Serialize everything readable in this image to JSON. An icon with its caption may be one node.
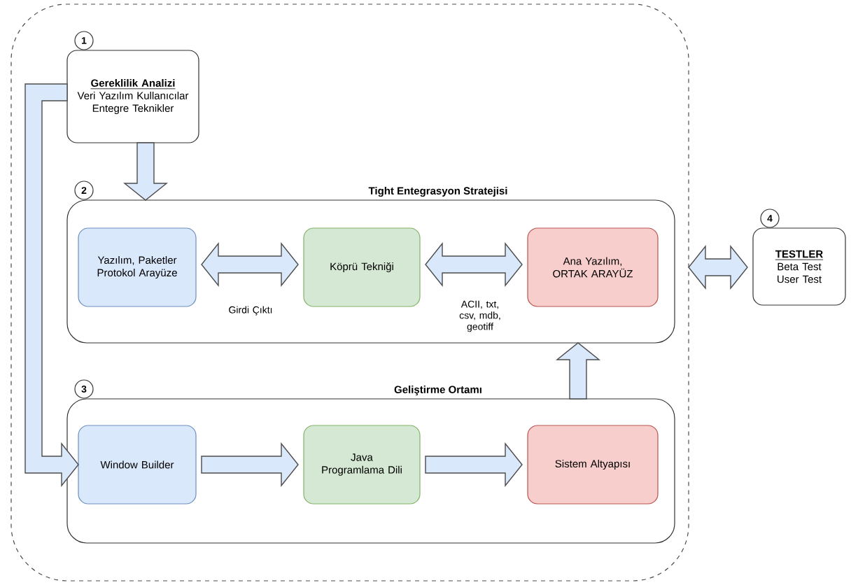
{
  "diagram": {
    "nodes": [
      {
        "text": [],
        "shape": "box"
      },
      {
        "text": [
          "Gereklilik Analizi",
          "Veri Yazılım Kullanıcılar Entegre Teknikler"
        ],
        "in": 0,
        "beside": [
          "1"
        ]
      },
      {
        "text": [
          "Tight  Entegrasyon Stratejisi"
        ],
        "in": 0,
        "beside": [
          "2"
        ]
      },
      {
        "text": [
          "Yazılım, Paketler Protokol Arayüze"
        ],
        "in": 2
      },
      {
        "text": [
          "Köprü Tekniği"
        ],
        "in": 2
      },
      {
        "text": [
          "Ana Yazılım, ORTAK ARAYÜZ"
        ],
        "in": 2
      },
      {
        "text": [
          "Geliştirme Ortamı"
        ],
        "in": 0,
        "beside": [
          "3"
        ]
      },
      {
        "text": [
          "Window Builder"
        ],
        "in": 6
      },
      {
        "text": [
          "Java Programlama Dili"
        ],
        "in": 6
      },
      {
        "text": [
          "Sistem Altyapısı"
        ],
        "in": 6
      },
      {
        "text": [
          "TESTLER",
          "Beta Test User Test"
        ],
        "beside": [
          "4"
        ]
      }
    ],
    "edges": [
      {
        "from": 1,
        "to": 2,
        "arrow": "to"
      },
      {
        "from": 3,
        "to": 4,
        "arrow": "both",
        "label": "Girdi Çıktı"
      },
      {
        "from": 4,
        "to": 5,
        "arrow": "both",
        "label": "ACII, txt, csv, mdb, geotiff"
      },
      {
        "from": 1,
        "to": 7,
        "arrow": "to"
      },
      {
        "from": 7,
        "to": 8,
        "arrow": "to"
      },
      {
        "from": 8,
        "to": 9,
        "arrow": "to"
      },
      {
        "from": 6,
        "to": 2,
        "arrow": "to"
      },
      {
        "from": 0,
        "to": 10,
        "arrow": "both"
      }
    ]
  }
}
